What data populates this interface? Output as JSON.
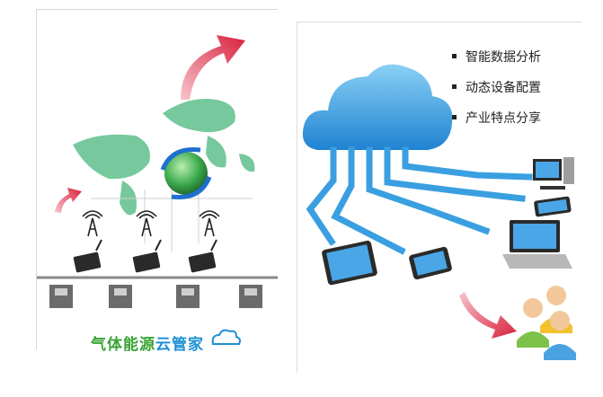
{
  "left_panel": {
    "brand_part1": "气体能源",
    "brand_part2": "云管家"
  },
  "right_panel": {
    "features": [
      "智能数据分析",
      "动态设备配置",
      "产业特点分享"
    ]
  },
  "icons": [
    "world-map-icon",
    "globe-icon",
    "tower-icon",
    "router-icon",
    "gas-meter-icon",
    "cloud-icon",
    "tablet-icon",
    "phone-icon",
    "laptop-icon",
    "desktop-icon",
    "users-icon",
    "arrow-icon"
  ],
  "colors": {
    "map_green": "#5fbf8c",
    "arrow_red": "#e2374f",
    "cloud_blue": "#3a9fe0",
    "brand_green": "#3aa335",
    "brand_blue": "#1f8fd6"
  }
}
